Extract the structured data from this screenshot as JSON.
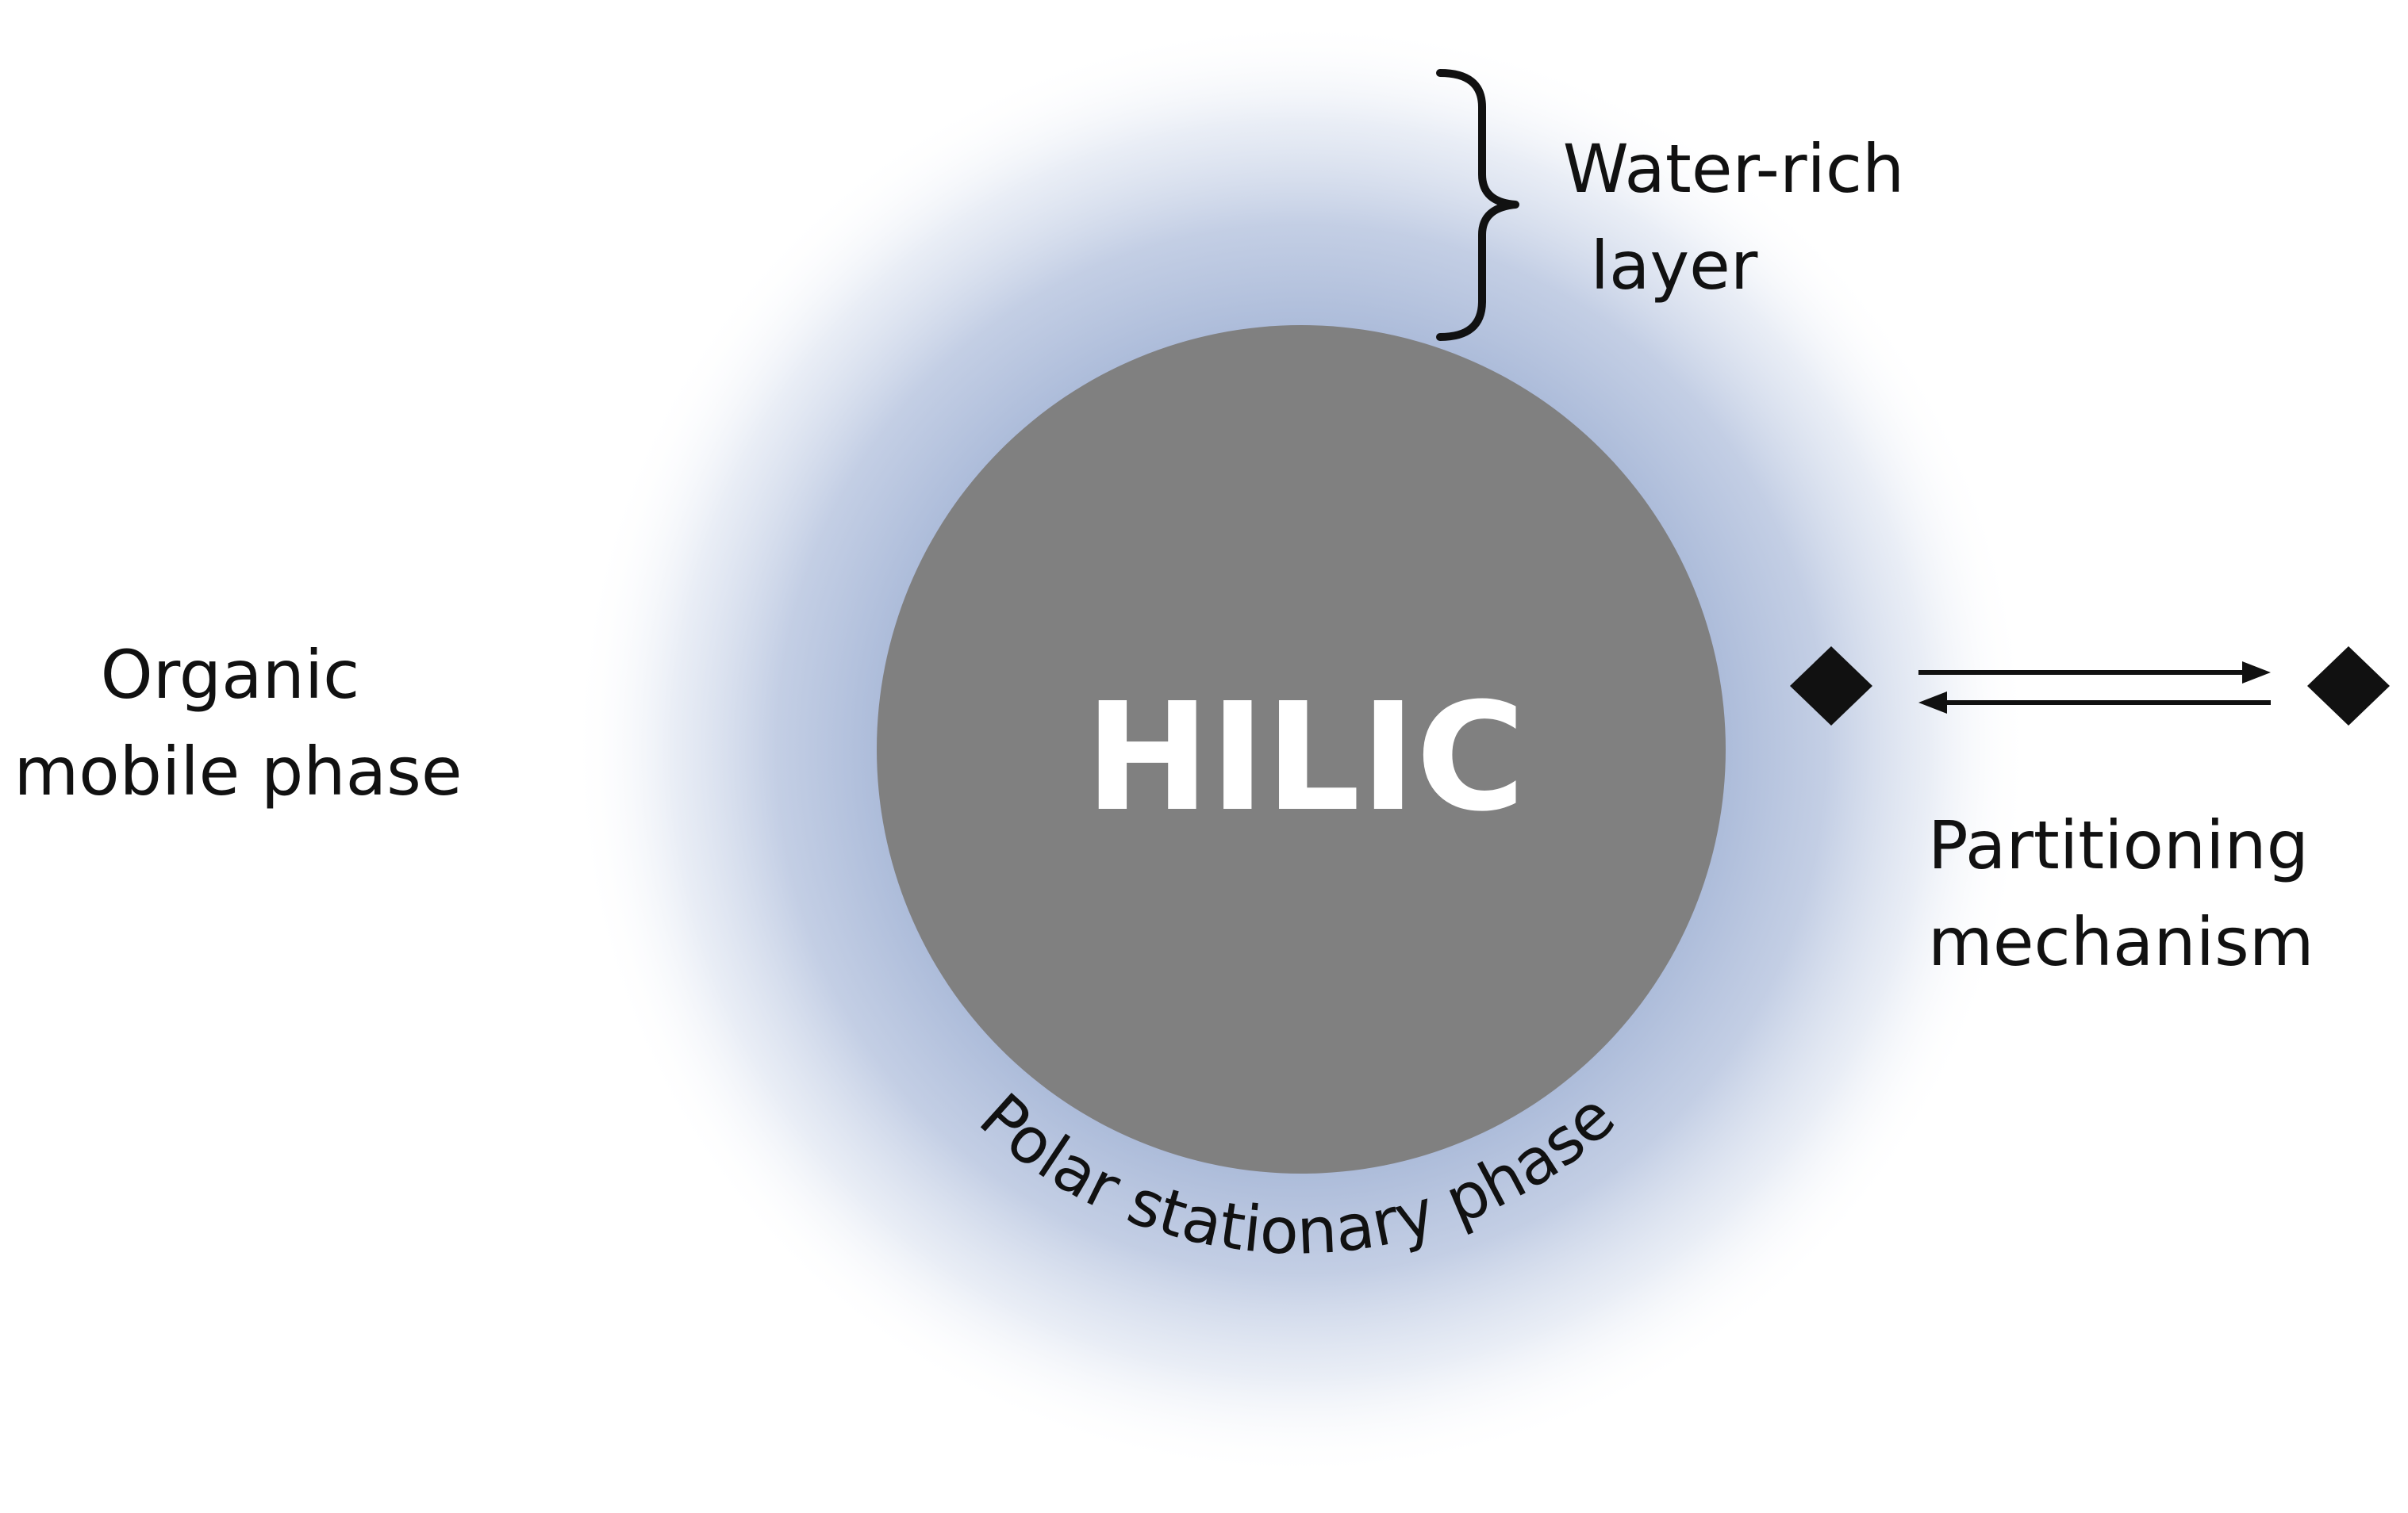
{
  "diagram": {
    "core_label": "HILIC",
    "water_layer_label": [
      "Water-rich",
      "layer"
    ],
    "mobile_phase_label": [
      "Organic",
      "mobile phase"
    ],
    "mechanism_label": [
      "Partitioning",
      "mechanism"
    ],
    "stationary_phase_label": "Polar stationary phase",
    "colors": {
      "core": "#808080",
      "water_layer": "#a9b9d8",
      "text": "#111111",
      "background": "#ffffff"
    },
    "icons": [
      "diamond-icon",
      "equilibrium-arrows-icon",
      "curly-brace-icon"
    ]
  }
}
